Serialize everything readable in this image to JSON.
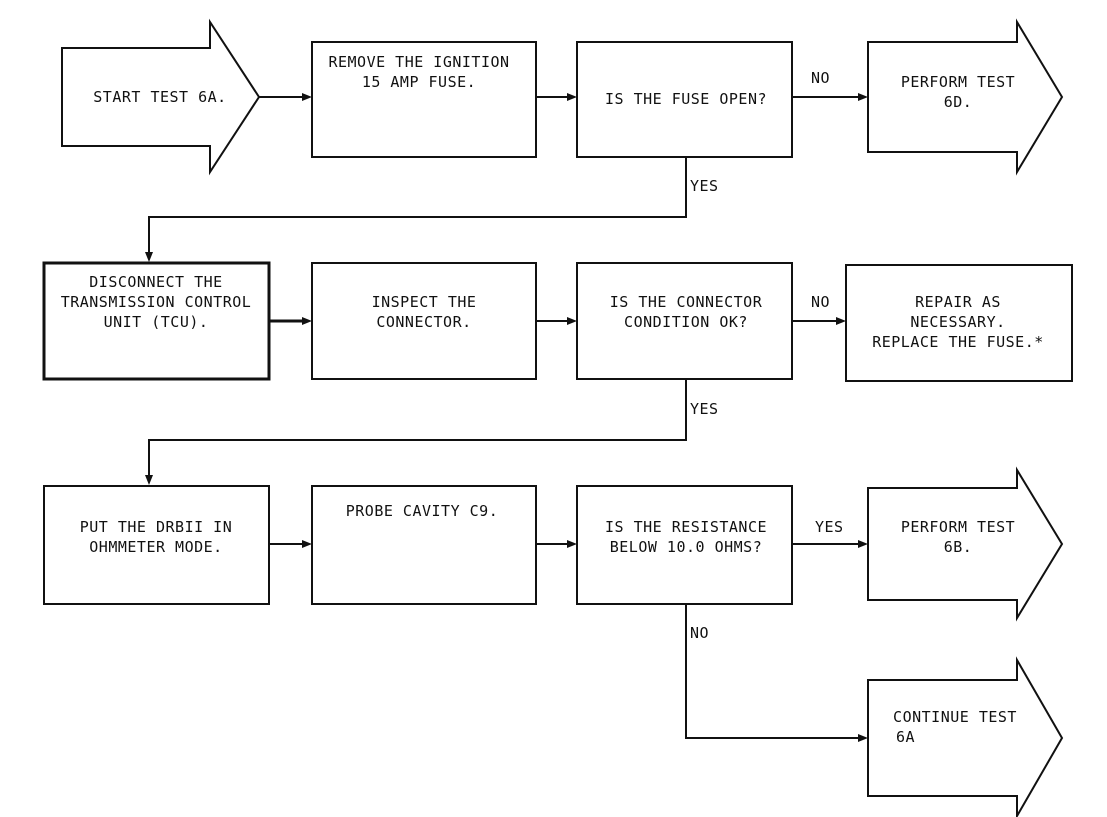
{
  "nodes": {
    "start": [
      "START TEST 6A."
    ],
    "remove_fuse": [
      "REMOVE THE IGNITION",
      "15 AMP FUSE."
    ],
    "fuse_open": [
      "IS THE FUSE OPEN?"
    ],
    "perform_6d": [
      "PERFORM TEST",
      "6D."
    ],
    "disconnect": [
      "DISCONNECT THE",
      "TRANSMISSION CONTROL",
      "UNIT (TCU)."
    ],
    "inspect": [
      "INSPECT THE",
      "CONNECTOR."
    ],
    "connector_ok": [
      "IS THE CONNECTOR",
      "CONDITION OK?"
    ],
    "repair": [
      "REPAIR AS",
      "NECESSARY.",
      "REPLACE THE FUSE.*"
    ],
    "put_drbii": [
      "PUT THE DRBII IN",
      "OHMMETER MODE."
    ],
    "probe": [
      "PROBE CAVITY C9."
    ],
    "resistance": [
      "IS THE RESISTANCE",
      "BELOW 10.0 OHMS?"
    ],
    "perform_6b": [
      "PERFORM TEST",
      "6B."
    ],
    "continue_6a": [
      "CONTINUE TEST",
      "6A"
    ]
  },
  "edge_labels": {
    "fuse_open_no": "NO",
    "fuse_open_yes": "YES",
    "connector_no": "NO",
    "connector_yes": "YES",
    "resistance_yes": "YES",
    "resistance_no": "NO"
  }
}
